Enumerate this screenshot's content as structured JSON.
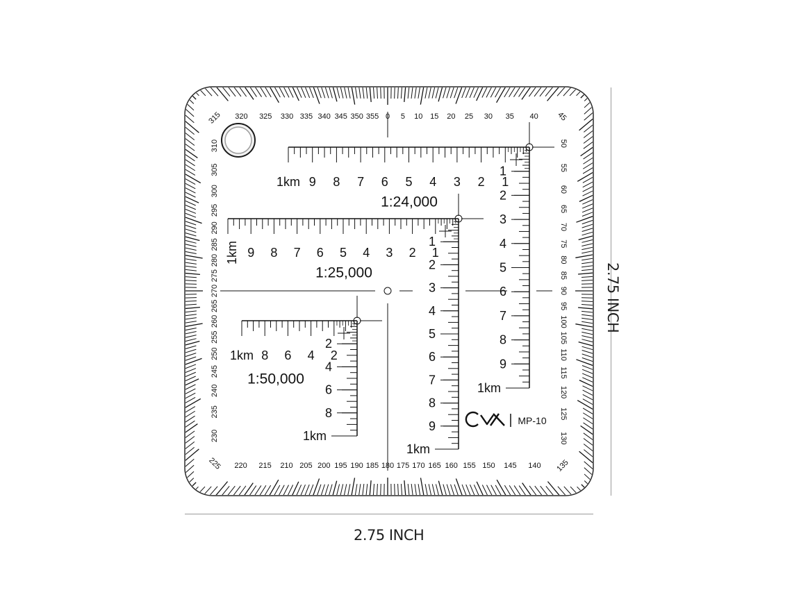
{
  "dimensions": {
    "width_label": "2.75 INCH",
    "height_label": "2.75 INCH"
  },
  "protractor": {
    "degree_step": 5,
    "model": "MP-10",
    "brand_icon": "cmx-logo-icon"
  },
  "scales": [
    {
      "id": "scale-24000",
      "ratio_label": "1:24,000",
      "horizontal_labels": [
        "1km",
        "9",
        "8",
        "7",
        "6",
        "5",
        "4",
        "3",
        "2",
        "1"
      ],
      "vertical_labels": [
        "1",
        "2",
        "3",
        "4",
        "5",
        "6",
        "7",
        "8",
        "9",
        "1km"
      ]
    },
    {
      "id": "scale-25000",
      "ratio_label": "1:25,000",
      "horizontal_labels": [
        "1km",
        "9",
        "8",
        "7",
        "6",
        "5",
        "4",
        "3",
        "2",
        "1"
      ],
      "vertical_labels": [
        "1",
        "2",
        "3",
        "4",
        "5",
        "6",
        "7",
        "8",
        "9",
        "1km"
      ]
    },
    {
      "id": "scale-50000",
      "ratio_label": "1:50,000",
      "horizontal_labels": [
        "1km",
        "8",
        "6",
        "4",
        "2"
      ],
      "vertical_labels": [
        "2",
        "4",
        "6",
        "8",
        "1km"
      ]
    }
  ],
  "colors": {
    "ink": "#111111",
    "card_border": "#2a2a2a",
    "dimension_line": "#9a9a9a",
    "background": "#ffffff"
  }
}
